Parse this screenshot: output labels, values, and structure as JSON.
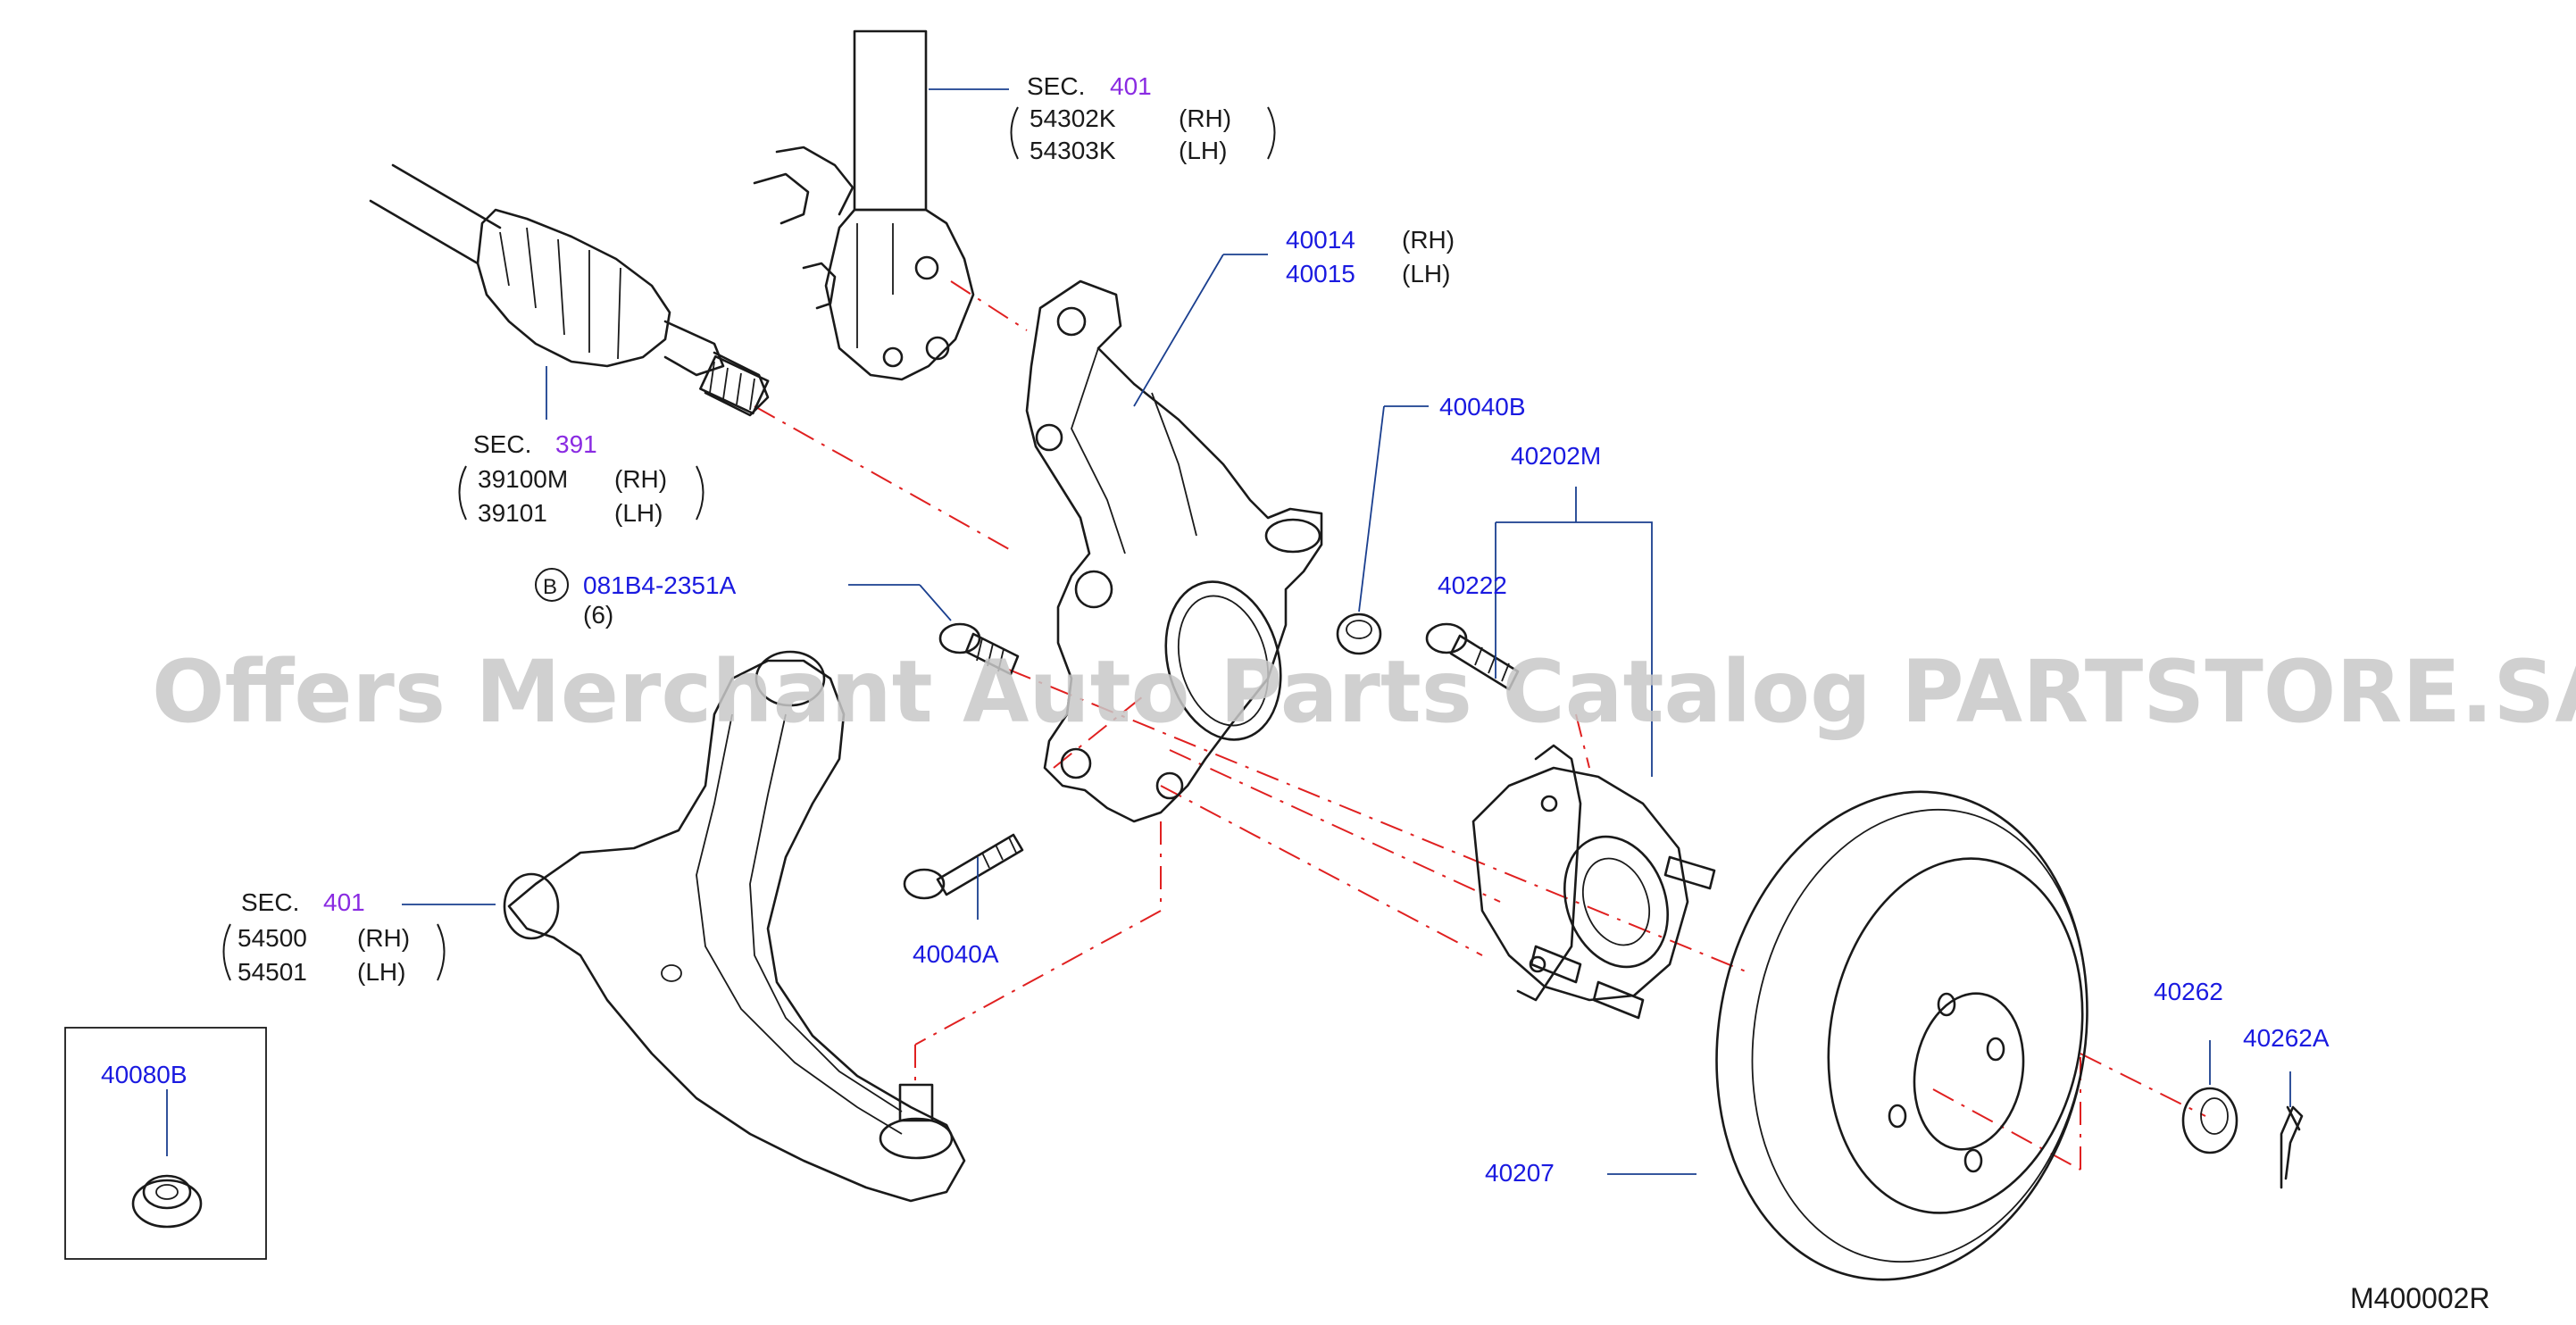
{
  "diagram_id": "M400002R",
  "watermark": "Offers Merchant Auto Parts Catalog PARTSTORE.SA",
  "strut": {
    "sec_prefix": "SEC.",
    "sec_number": "401",
    "parts": [
      {
        "number": "54302K",
        "side": "(RH)"
      },
      {
        "number": "54303K",
        "side": "(LH)"
      }
    ]
  },
  "drive_shaft": {
    "sec_prefix": "SEC.",
    "sec_number": "391",
    "parts": [
      {
        "number": "39100M",
        "side": "(RH)"
      },
      {
        "number": "39101",
        "side": "(LH)"
      }
    ]
  },
  "knuckle": {
    "parts": [
      {
        "number": "40014",
        "side": "(RH)"
      },
      {
        "number": "40015",
        "side": "(LH)"
      }
    ]
  },
  "lower_arm": {
    "sec_prefix": "SEC.",
    "sec_number": "401",
    "parts": [
      {
        "number": "54500",
        "side": "(RH)"
      },
      {
        "number": "54501",
        "side": "(LH)"
      }
    ]
  },
  "bolt_b": {
    "circle_letter": "B",
    "number": "081B4-2351A",
    "quantity": "(6)"
  },
  "callouts": {
    "nut_40040b": "40040B",
    "hub_assembly": "40202M",
    "hub_bolt": "40222",
    "bolt_40040a": "40040A",
    "nut_40080b": "40080B",
    "rotor": "40207",
    "hub_nut": "40262",
    "cotter_pin": "40262A"
  },
  "colors": {
    "part_number": "#1a1ae0",
    "section_number": "#8a2be2",
    "center_line": "#e02020",
    "leader_line": "#1a3f8f",
    "watermark": "#c8c8c8"
  }
}
